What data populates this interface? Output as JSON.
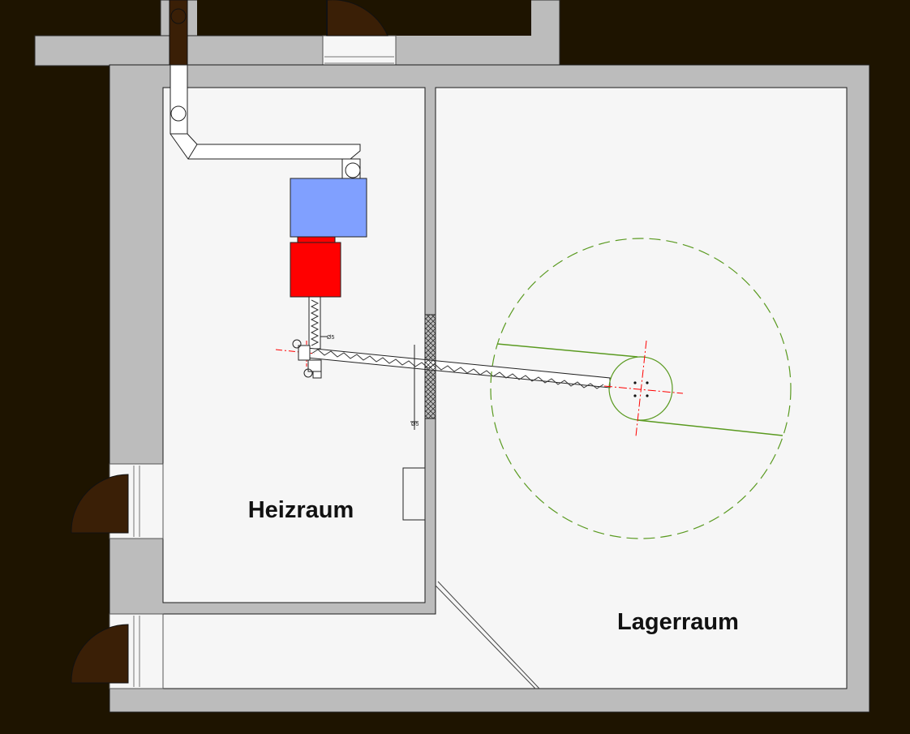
{
  "rooms": {
    "heizraum": {
      "label": "Heizraum"
    },
    "lagerraum": {
      "label": "Lagerraum"
    }
  },
  "annotations": {
    "valve_tag_upper": "Ø5",
    "valve_tag_lower": "Ø5"
  },
  "colors": {
    "background": "#1e1400",
    "wall": "#bcbcbc",
    "floor": "#f6f6f6",
    "door_leaf": "#3a1f06",
    "boiler_top": "#80a0ff",
    "boiler_bottom": "#ff0000",
    "storage_circle": "#5a9a20",
    "axis_line": "#ff0000"
  }
}
